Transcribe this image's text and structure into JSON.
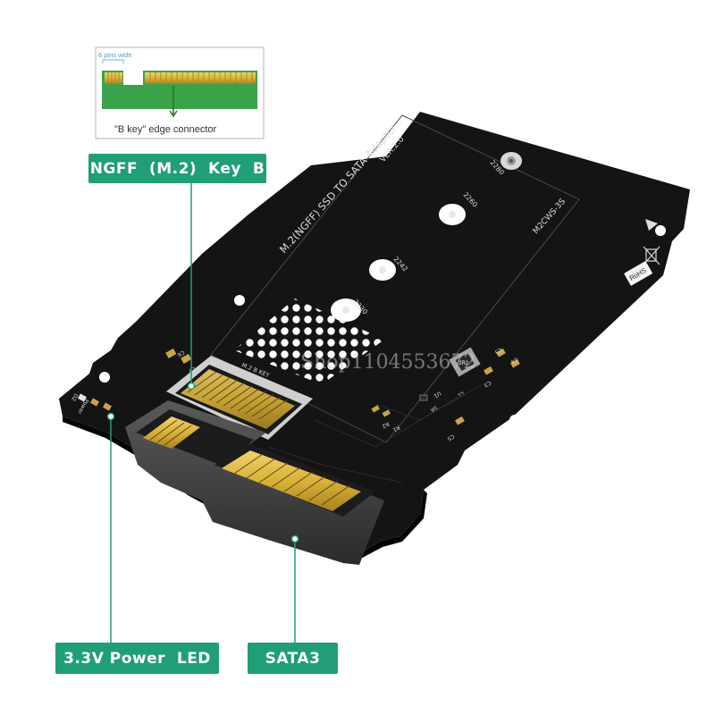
{
  "inset": {
    "pins_note": "6 pins wide",
    "caption": "\"B key\" edge connector"
  },
  "labels": {
    "ngff": "NGFF  (M.2)  Key  B",
    "power_led": "3.3V Power  LED",
    "sata": "SATA3"
  },
  "board": {
    "title": "M.2(NGFF) SSD TO SATA Adapter",
    "version": "VER:2.0",
    "model": "M2CWS-3S",
    "hole_2230": "2230",
    "hole_2242": "2242",
    "hole_2260": "2260",
    "hole_2280": "2280",
    "slot_label": "M.2  B  KEY",
    "sticker": "RoHS",
    "refs": {
      "c6": "C6",
      "c7": "C7",
      "c5": "C5",
      "c4": "C4",
      "c3": "C3",
      "l1": "L1",
      "u1": "U1",
      "cs": "CS",
      "r2": "R2",
      "r1": "R1",
      "d2": "D2",
      "power": "Power",
      "sr": "SR"
    },
    "inductor": "2R2"
  },
  "watermark": "Shop1104553672",
  "colors": {
    "label_green": "#1f9e78",
    "pcb_black": "#141414",
    "gold": "#d9b23a",
    "pcb_green": "#39a84a",
    "inset_border": "#b5b5b5",
    "watermark": "#c8c8c8"
  }
}
